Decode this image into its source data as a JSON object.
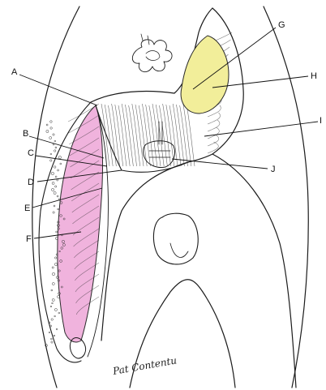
{
  "colors": {
    "muscle_pink": "#f0b3dd",
    "fat_yellow": "#f2ee9a",
    "ink": "#1b1b1b",
    "background": "#ffffff"
  },
  "labels": [
    {
      "id": "A",
      "text": "A"
    },
    {
      "id": "B",
      "text": "B"
    },
    {
      "id": "C",
      "text": "C"
    },
    {
      "id": "D",
      "text": "D"
    },
    {
      "id": "E",
      "text": "E"
    },
    {
      "id": "F",
      "text": "F"
    },
    {
      "id": "G",
      "text": "G"
    },
    {
      "id": "H",
      "text": "H"
    },
    {
      "id": "I",
      "text": "I"
    },
    {
      "id": "J",
      "text": "J"
    }
  ],
  "signature": "Pat Contentu"
}
